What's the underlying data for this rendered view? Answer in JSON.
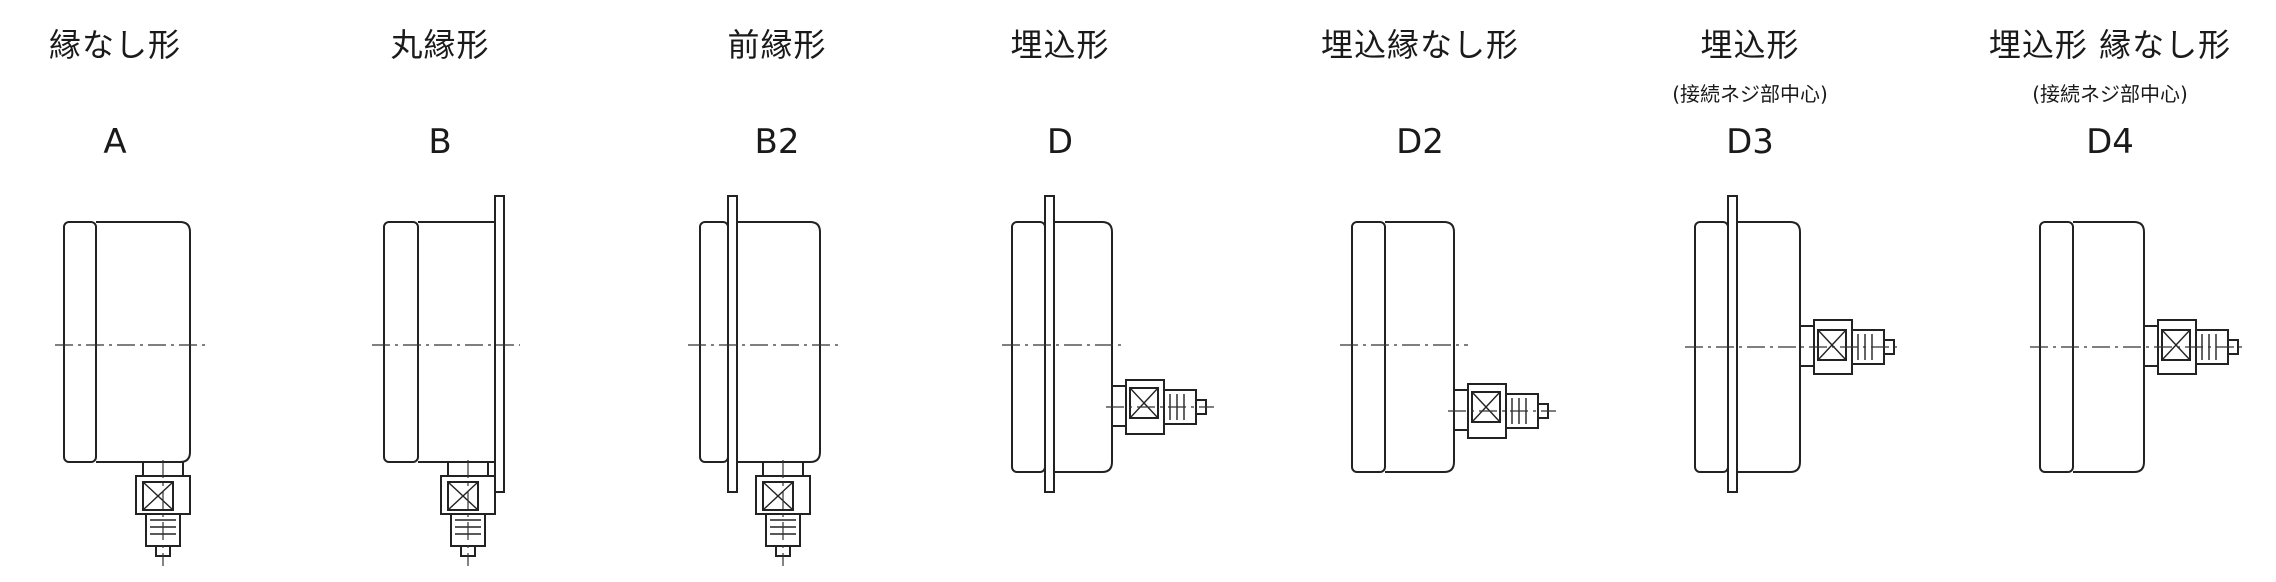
{
  "types": [
    {
      "name": "縁なし形",
      "note": "",
      "code": "A"
    },
    {
      "name": "丸縁形",
      "note": "",
      "code": "B"
    },
    {
      "name": "前縁形",
      "note": "",
      "code": "B2"
    },
    {
      "name": "埋込形",
      "note": "",
      "code": "D"
    },
    {
      "name": "埋込縁なし形",
      "note": "",
      "code": "D2"
    },
    {
      "name": "埋込形",
      "note": "(接続ネジ部中心)",
      "code": "D3"
    },
    {
      "name": "埋込形 縁なし形",
      "note": "(接続ネジ部中心)",
      "code": "D4"
    }
  ]
}
